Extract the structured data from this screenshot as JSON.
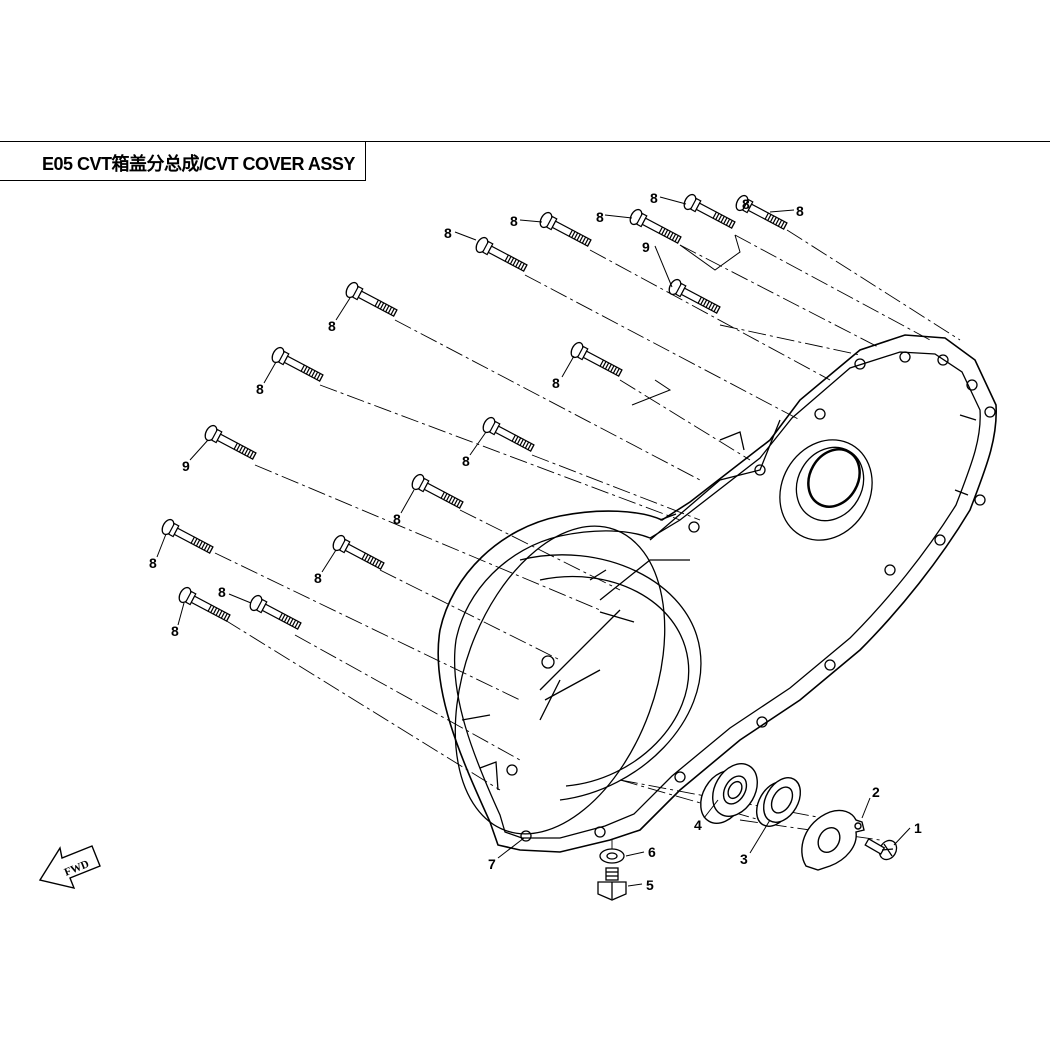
{
  "header": {
    "title": "E05 CVT箱盖分总成/CVT COVER ASSY"
  },
  "direction_marker": {
    "label": "FWD",
    "icon": "forward-arrow-icon"
  },
  "callouts": [
    {
      "id": "c1",
      "text": "1"
    },
    {
      "id": "c2",
      "text": "2"
    },
    {
      "id": "c3",
      "text": "3"
    },
    {
      "id": "c4",
      "text": "4"
    },
    {
      "id": "c5",
      "text": "5"
    },
    {
      "id": "c6",
      "text": "6"
    },
    {
      "id": "c7",
      "text": "7"
    },
    {
      "id": "c8a",
      "text": "8"
    },
    {
      "id": "c8b",
      "text": "8"
    },
    {
      "id": "c8c",
      "text": "8"
    },
    {
      "id": "c8d",
      "text": "8"
    },
    {
      "id": "c8e",
      "text": "8"
    },
    {
      "id": "c8f",
      "text": "8"
    },
    {
      "id": "c8g",
      "text": "8"
    },
    {
      "id": "c8h",
      "text": "8"
    },
    {
      "id": "c8i",
      "text": "8"
    },
    {
      "id": "c8j",
      "text": "8"
    },
    {
      "id": "c8k",
      "text": "8"
    },
    {
      "id": "c8l",
      "text": "8"
    },
    {
      "id": "c8m",
      "text": "8"
    },
    {
      "id": "c8n",
      "text": "8"
    },
    {
      "id": "c8o",
      "text": "8"
    },
    {
      "id": "c9a",
      "text": "9"
    },
    {
      "id": "c9b",
      "text": "9"
    }
  ]
}
